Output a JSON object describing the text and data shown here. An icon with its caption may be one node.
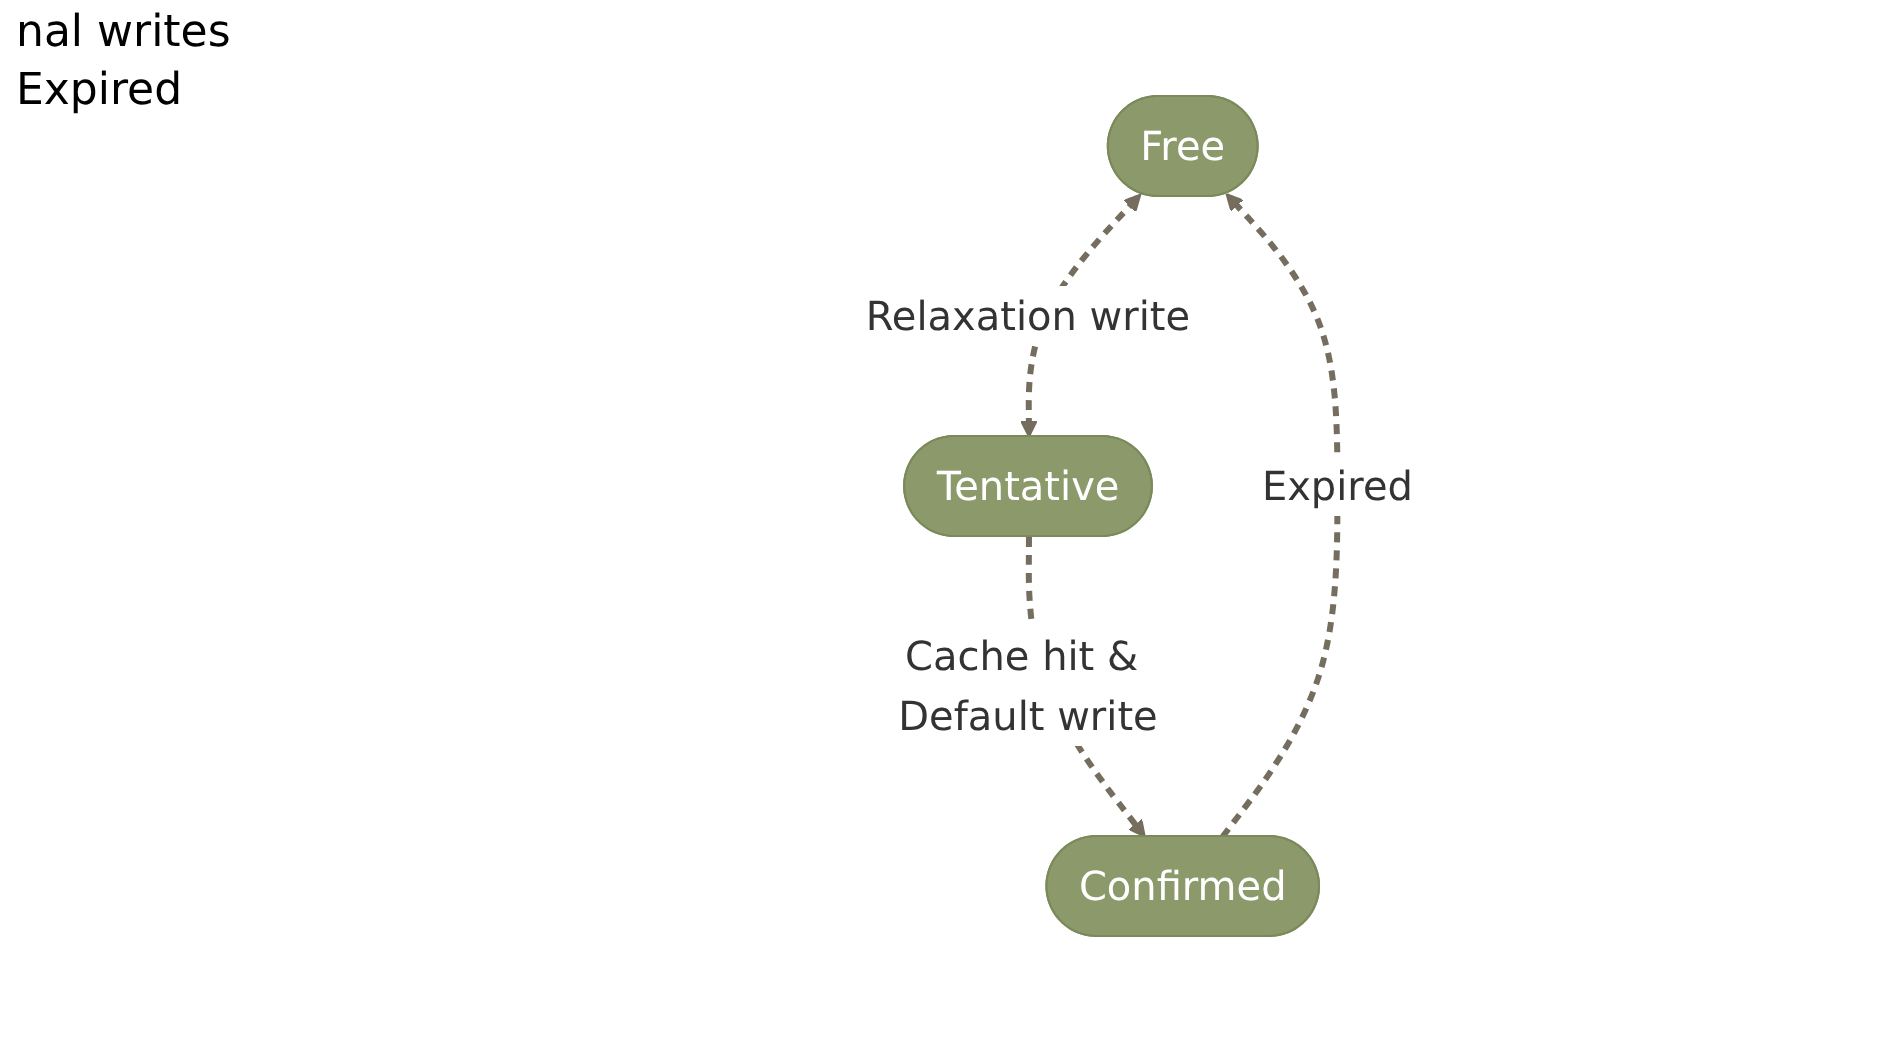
{
  "diagram": {
    "nodes": [
      {
        "text": [
          "Free"
        ]
      },
      {
        "text": [
          "Tentative"
        ]
      },
      {
        "text": [
          "Confirmed"
        ]
      }
    ],
    "edges": [
      {
        "from": 0,
        "to": 1,
        "arrow": "both",
        "style": "dashed",
        "label": "Relaxation write"
      },
      {
        "from": 2,
        "to": 0,
        "arrow": "to",
        "style": "dashed",
        "label": "Expired"
      },
      {
        "from": 1,
        "to": 2,
        "arrow": "to",
        "style": "dashed",
        "label": "Cache hit & Default write"
      }
    ],
    "labels": [
      "nal writes",
      "Expired"
    ]
  }
}
